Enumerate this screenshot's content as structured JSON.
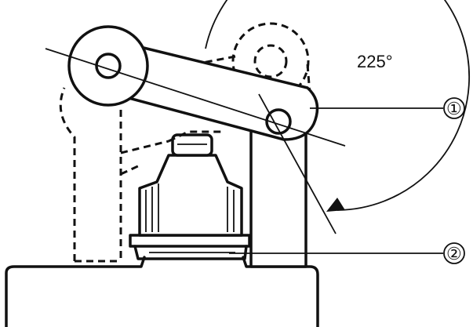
{
  "diagram": {
    "angle_label": "225°",
    "callouts": [
      {
        "label": "①"
      },
      {
        "label": "②"
      }
    ]
  }
}
